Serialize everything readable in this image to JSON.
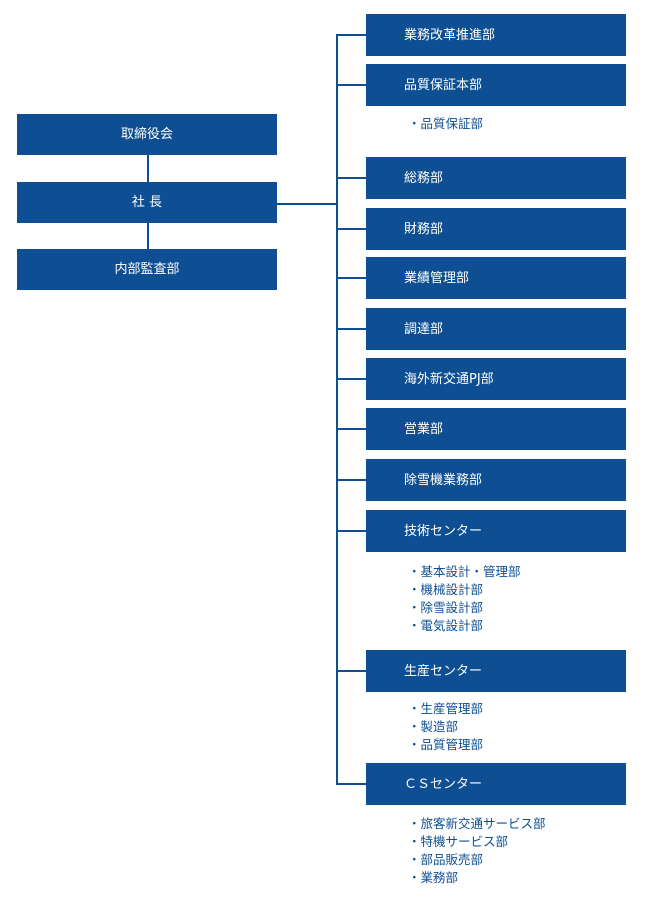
{
  "left_column": {
    "board": "取締役会",
    "president": "社 長",
    "audit": "内部監査部"
  },
  "departments": [
    {
      "label": "業務改革推進部",
      "sub": []
    },
    {
      "label": "品質保証本部",
      "sub": [
        "・品質保証部"
      ]
    },
    {
      "label": "総務部",
      "sub": []
    },
    {
      "label": "財務部",
      "sub": []
    },
    {
      "label": "業績管理部",
      "sub": []
    },
    {
      "label": "調達部",
      "sub": []
    },
    {
      "label": "海外新交通PJ部",
      "sub": []
    },
    {
      "label": "営業部",
      "sub": []
    },
    {
      "label": "除雪機業務部",
      "sub": []
    },
    {
      "label": "技術センター",
      "sub": [
        "・基本設計・管理部",
        "・機械設計部",
        "・除雪設計部",
        "・電気設計部"
      ]
    },
    {
      "label": "生産センター",
      "sub": [
        "・生産管理部",
        "・製造部",
        "・品質管理部"
      ]
    },
    {
      "label": "ＣＳセンター",
      "sub": [
        "・旅客新交通サービス部",
        "・特機サービス部",
        "・部品販売部",
        "・業務部"
      ]
    }
  ],
  "colors": {
    "box_fill": "#0d4f92",
    "box_text": "#ffffff",
    "sub_text": "#0d4f92"
  }
}
